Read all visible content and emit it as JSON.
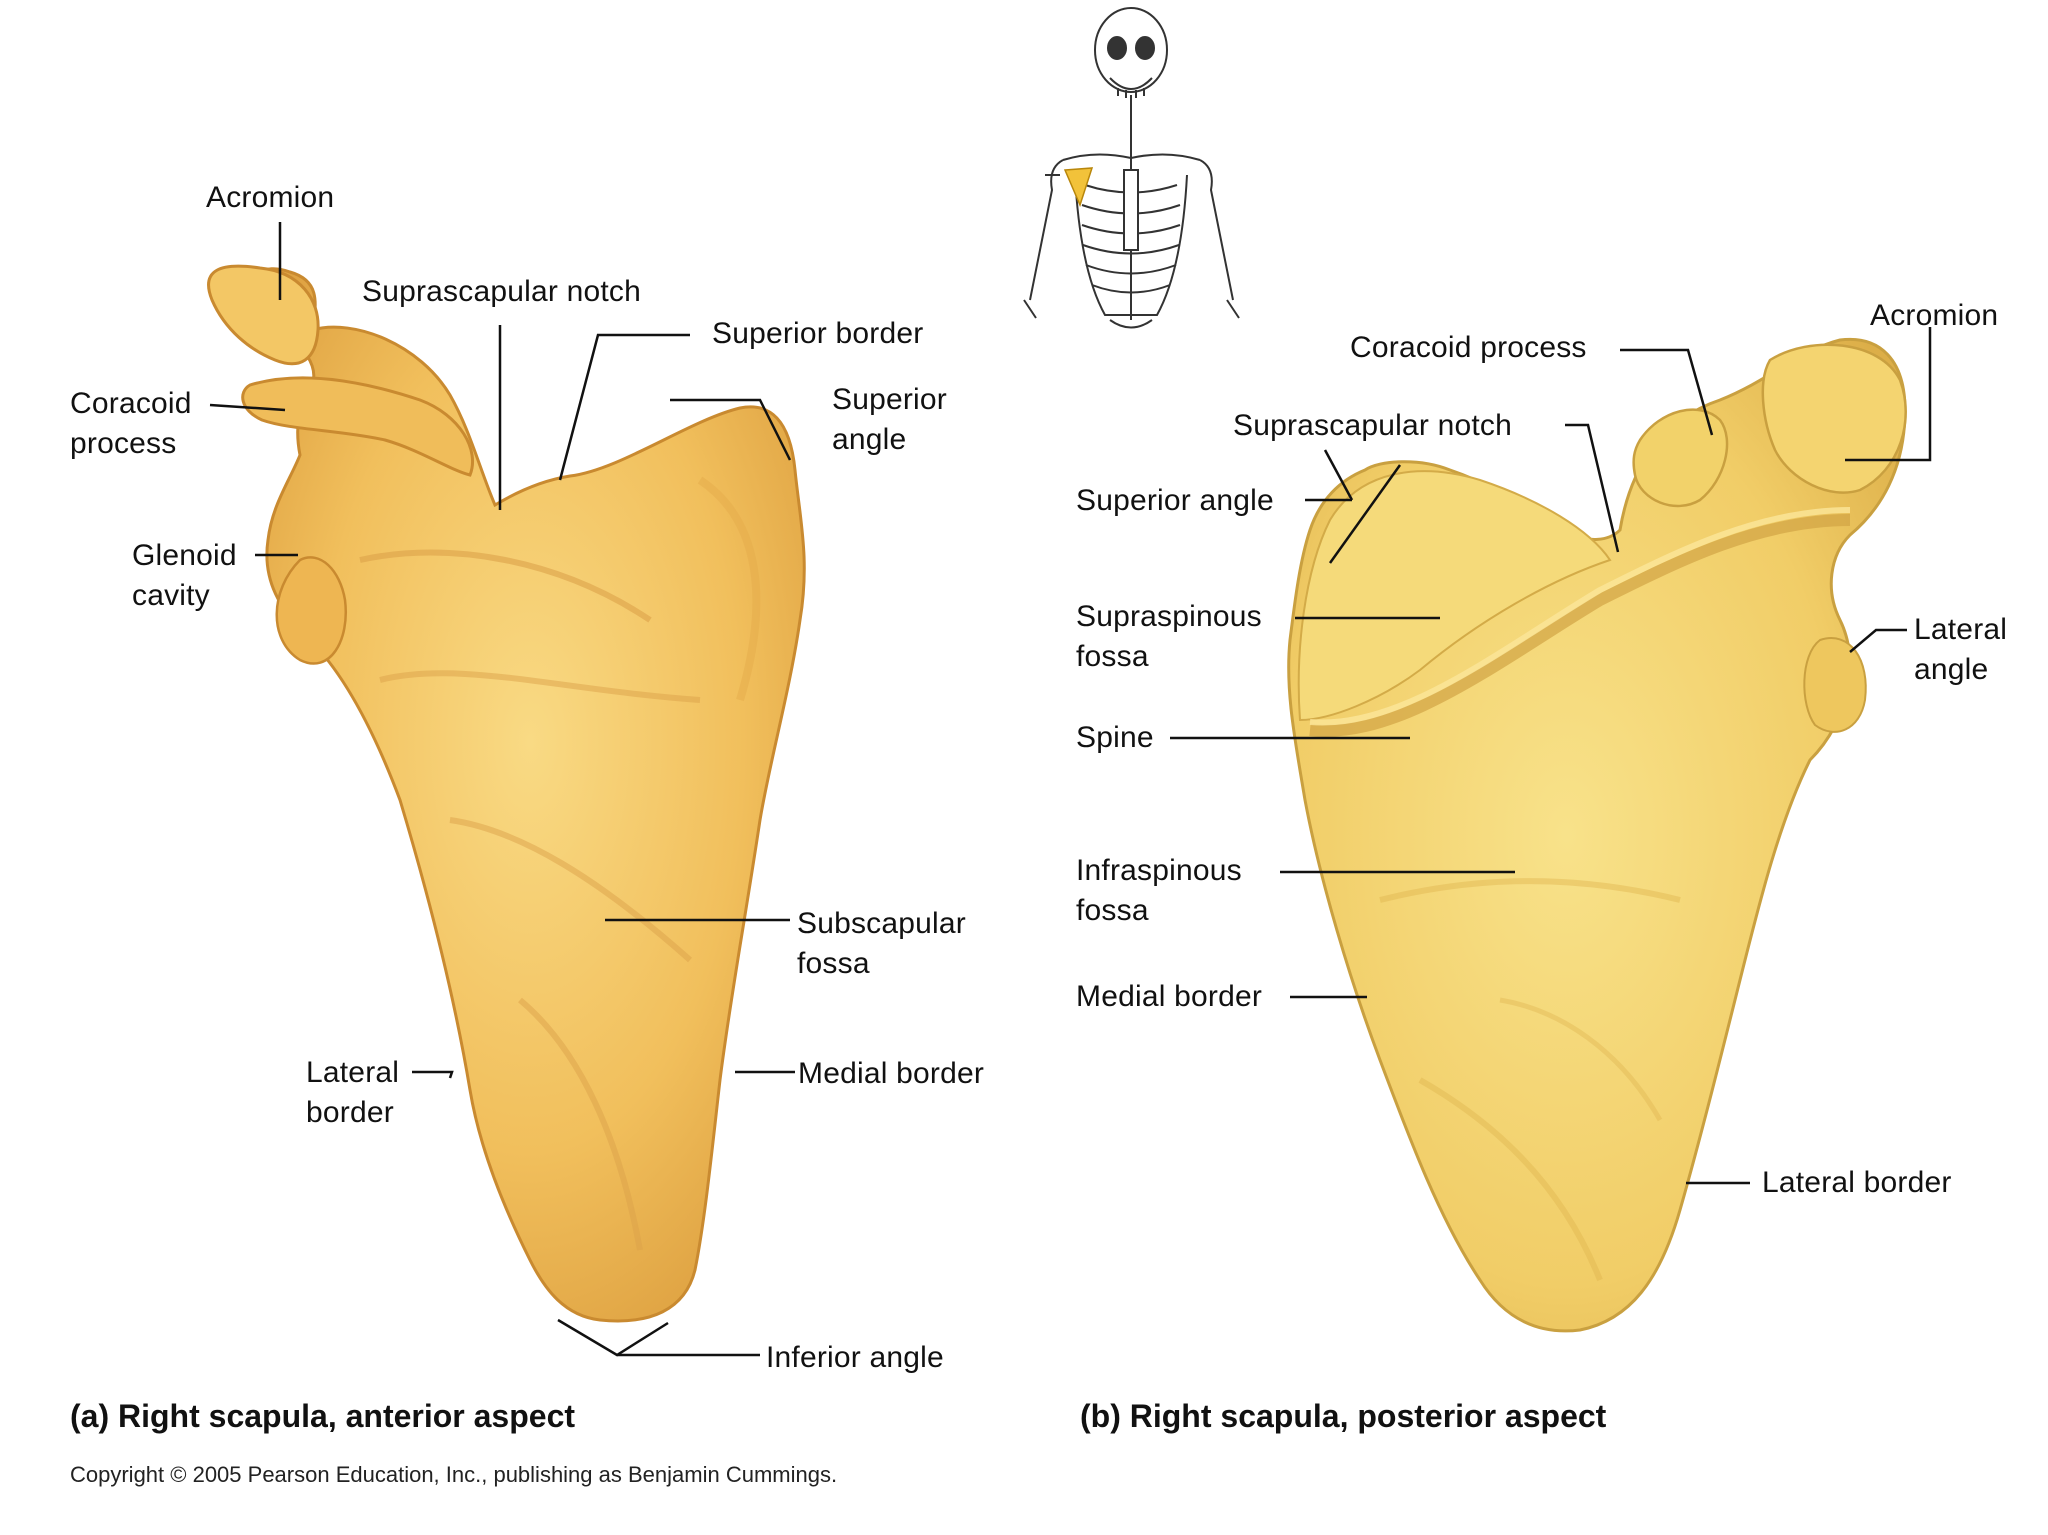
{
  "figure_a": {
    "caption_letter": "(a)",
    "caption_text": "Right scapula, anterior aspect",
    "labels": {
      "acromion": "Acromion",
      "suprascapular_notch": "Suprascapular notch",
      "superior_border": "Superior border",
      "coracoid_process": "Coracoid\nprocess",
      "superior_angle": "Superior\nangle",
      "glenoid_cavity": "Glenoid\ncavity",
      "subscapular_fossa": "Subscapular\nfossa",
      "lateral_border": "Lateral\nborder",
      "medial_border": "Medial border",
      "inferior_angle": "Inferior angle"
    }
  },
  "figure_b": {
    "caption_letter": "(b)",
    "caption_text": "Right scapula, posterior aspect",
    "labels": {
      "acromion": "Acromion",
      "coracoid_process": "Coracoid process",
      "suprascapular_notch": "Suprascapular notch",
      "superior_angle": "Superior angle",
      "supraspinous_fossa": "Supraspinous\nfossa",
      "lateral_angle": "Lateral\nangle",
      "spine": "Spine",
      "infraspinous_fossa": "Infraspinous\nfossa",
      "medial_border": "Medial border",
      "lateral_border": "Lateral border"
    }
  },
  "copyright": "Copyright © 2005 Pearson Education, Inc., publishing as Benjamin Cummings.",
  "colors": {
    "bone_light": "#f6cf6e",
    "bone_mid": "#eeb652",
    "bone_dark": "#d99a3a",
    "bone_posterior": "#f3d472",
    "highlight": "#f2c23a",
    "line": "#111111"
  }
}
